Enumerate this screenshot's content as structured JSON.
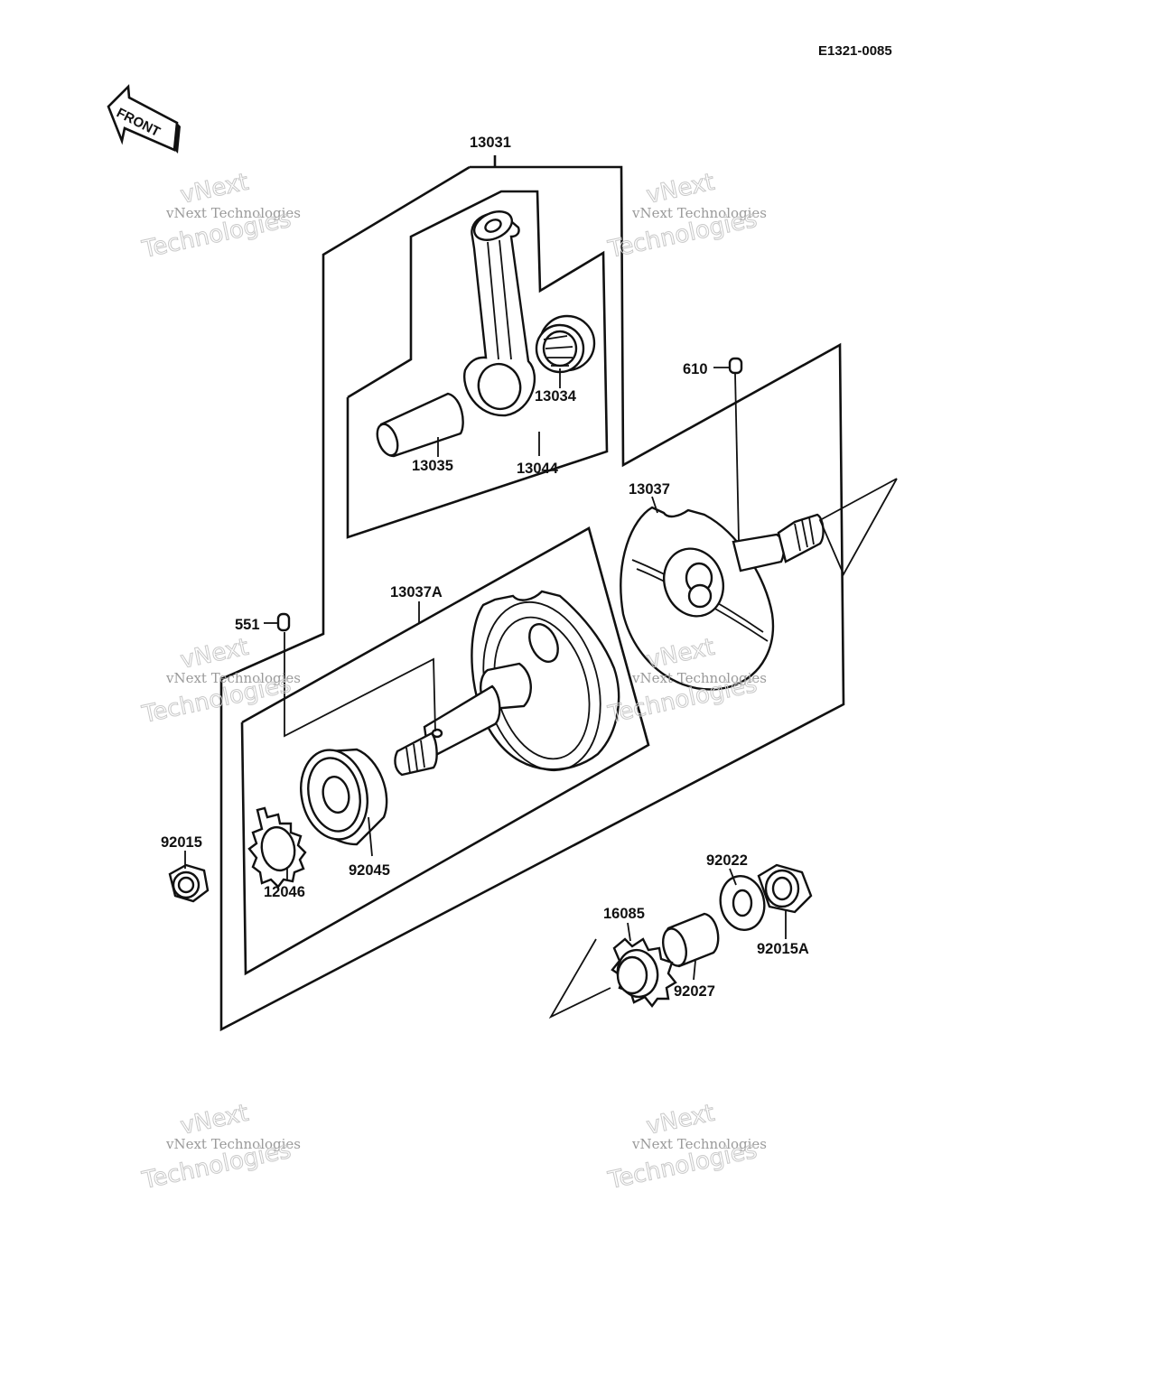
{
  "diagram_code": "E1321-0085",
  "front_label": "FRONT",
  "watermark": {
    "line1": "vNext Technologies",
    "line2_a": "vNext",
    "line2_b": "Technologies"
  },
  "parts": {
    "p13031": "13031",
    "p13034": "13034",
    "p13035": "13035",
    "p13044": "13044",
    "p610": "610",
    "p13037": "13037",
    "p13037A": "13037A",
    "p551": "551",
    "p92015": "92015",
    "p12046": "12046",
    "p92045": "92045",
    "p92022": "92022",
    "p16085": "16085",
    "p92015A": "92015A",
    "p92027": "92027"
  }
}
